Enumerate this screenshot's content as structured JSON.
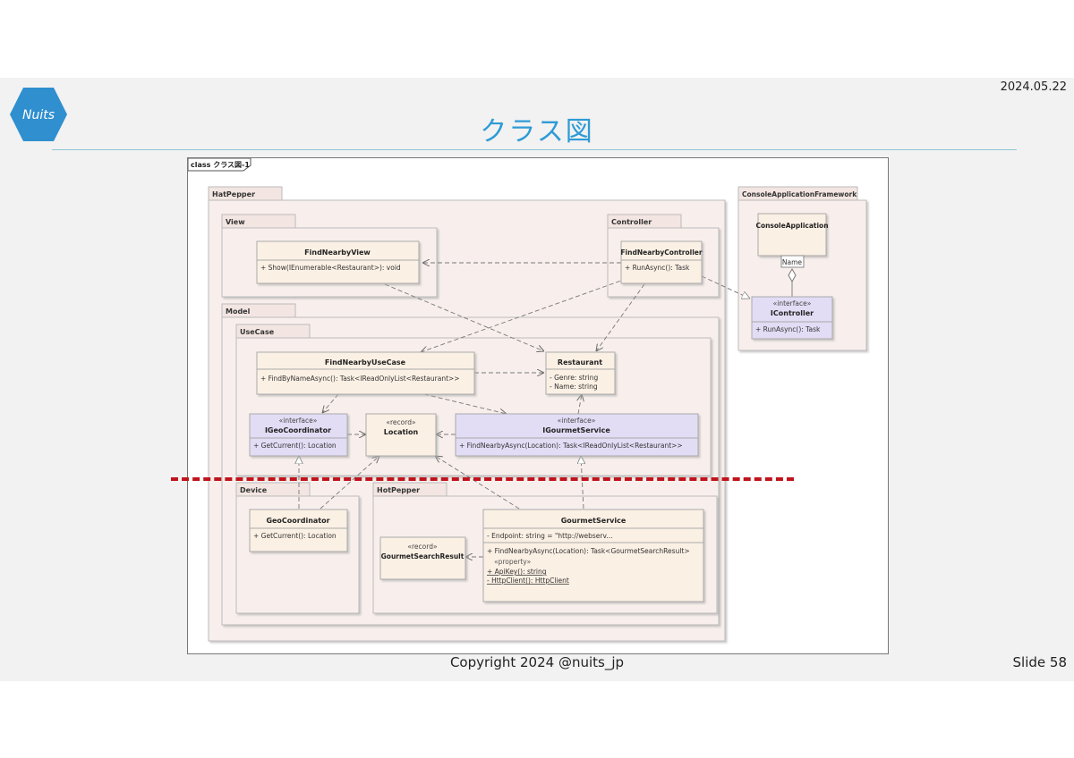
{
  "header": {
    "date": "2024.05.22",
    "title": "クラス図",
    "logo_text": "Nuits"
  },
  "footer": {
    "copyright": "Copyright 2024 @nuits_jp",
    "slide_number": "Slide 58"
  },
  "diagram": {
    "frame_label": "class クラス図-1",
    "packages": {
      "hatpepper": "HatPepper",
      "view": "View",
      "controller": "Controller",
      "model": "Model",
      "usecase": "UseCase",
      "device": "Device",
      "hotpepper": "HotPepper",
      "console_fw": "ConsoleApplicationFramework"
    },
    "classes": {
      "find_nearby_view": {
        "name": "FindNearbyView",
        "op": "+    Show(IEnumerable<Restaurant>): void"
      },
      "find_nearby_controller": {
        "name": "FindNearbyController",
        "op": "+    RunAsync(): Task"
      },
      "console_application": {
        "name": "ConsoleApplication",
        "qualifier": "Name"
      },
      "icontroller": {
        "stereotype": "«interface»",
        "name": "IController",
        "op": "+    RunAsync(): Task"
      },
      "find_nearby_usecase": {
        "name": "FindNearbyUseCase",
        "op": "+    FindByNameAsync(): Task<IReadOnlyList<Restaurant>>"
      },
      "restaurant": {
        "name": "Restaurant",
        "attr1": "-    Genre: string",
        "attr2": "-    Name: string"
      },
      "igeocoordinator": {
        "stereotype": "«interface»",
        "name": "IGeoCoordinator",
        "op": "+    GetCurrent(): Location"
      },
      "location": {
        "stereotype": "«record»",
        "name": "Location"
      },
      "igourmetservice": {
        "stereotype": "«interface»",
        "name": "IGourmetService",
        "op": "+    FindNearbyAsync(Location): Task<IReadOnlyList<Restaurant>>"
      },
      "geocoordinator": {
        "name": "GeoCoordinator",
        "op": "+    GetCurrent(): Location"
      },
      "gourmet_search_result": {
        "stereotype": "«record»",
        "name": "GourmetSearchResult"
      },
      "gourmetservice": {
        "name": "GourmetService",
        "attr": "-    Endpoint: string = \"http://webserv...",
        "op": "+    FindNearbyAsync(Location): Task<GourmetSearchResult>",
        "prop_stereotype": "«property»",
        "prop1": "+    ApiKey(): string",
        "prop2": "-    HttpClient(): HttpClient"
      }
    }
  },
  "colors": {
    "title": "#2e9bd6",
    "class_fill": "#fbf0e4",
    "interface_fill": "#e3dcf5",
    "package_fill": "#f8efec",
    "red_marker": "#c0141c"
  }
}
